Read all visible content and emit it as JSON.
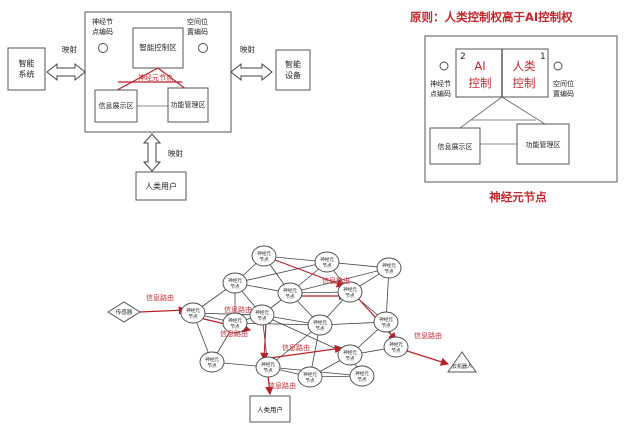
{
  "colors": {
    "accent_red": "#c0282d",
    "line": "#444444"
  },
  "top_left": {
    "smart_system": "智能系统",
    "neuron_node_code": "神经节点编码",
    "smart_control_area": "智能控制区",
    "spatial_code": "空间位置编码",
    "neuron_node": "神经元节点",
    "info_display_area": "信息展示区",
    "function_mgmt_area": "功能管理区",
    "smart_device": "智能设备",
    "mapping_left": "映射",
    "mapping_right": "映射",
    "mapping_bottom": "映射",
    "human_user": "人类用户"
  },
  "top_right": {
    "principle": "原则：人类控制权高于AI控制权",
    "ai_control": "AI控制",
    "human_control": "人类控制",
    "num_2": "2",
    "num_1": "1",
    "neuron_node_code": "神经节点编码",
    "spatial_code": "空间位置编码",
    "info_display_area": "信息展示区",
    "function_mgmt_area": "功能管理区",
    "caption": "神经元节点"
  },
  "network": {
    "sensor": "传感器",
    "actuator": "云机器人",
    "human_user": "人类用户",
    "neuron_node": "神经元节点",
    "info_route": "信息路由"
  }
}
